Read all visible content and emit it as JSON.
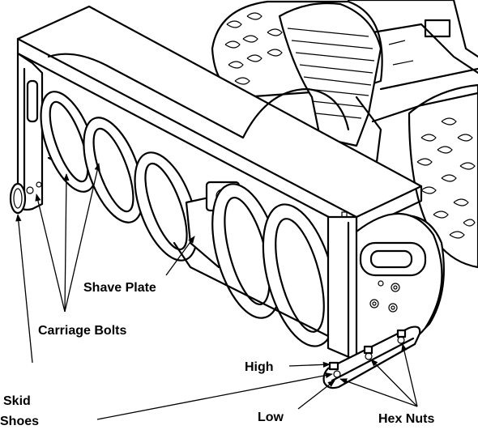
{
  "labels": {
    "shave_plate": "Shave Plate",
    "carriage_bolts": "Carriage Bolts",
    "skid_shoes_line1": "Skid",
    "skid_shoes_line2": "Shoes",
    "high": "High",
    "low": "Low",
    "hex_nuts": "Hex Nuts"
  }
}
